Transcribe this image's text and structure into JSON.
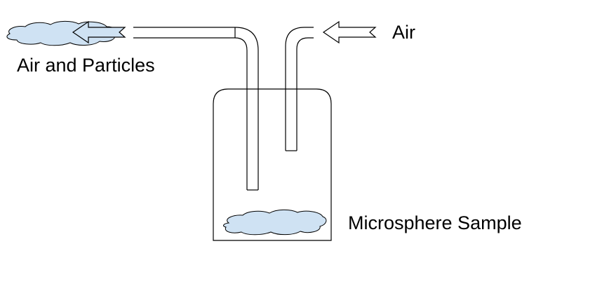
{
  "labels": {
    "air_in": "Air",
    "air_out": "Air and Particles",
    "sample": "Microsphere Sample"
  },
  "colors": {
    "stroke": "#000000",
    "cloud_fill": "#cfe2f3",
    "background": "#ffffff"
  },
  "icons": {
    "inflow_arrow": "arrow-left-icon",
    "outflow_arrow": "arrow-left-icon",
    "exhaust_cloud": "cloud-icon",
    "sample_cloud": "cloud-icon"
  }
}
